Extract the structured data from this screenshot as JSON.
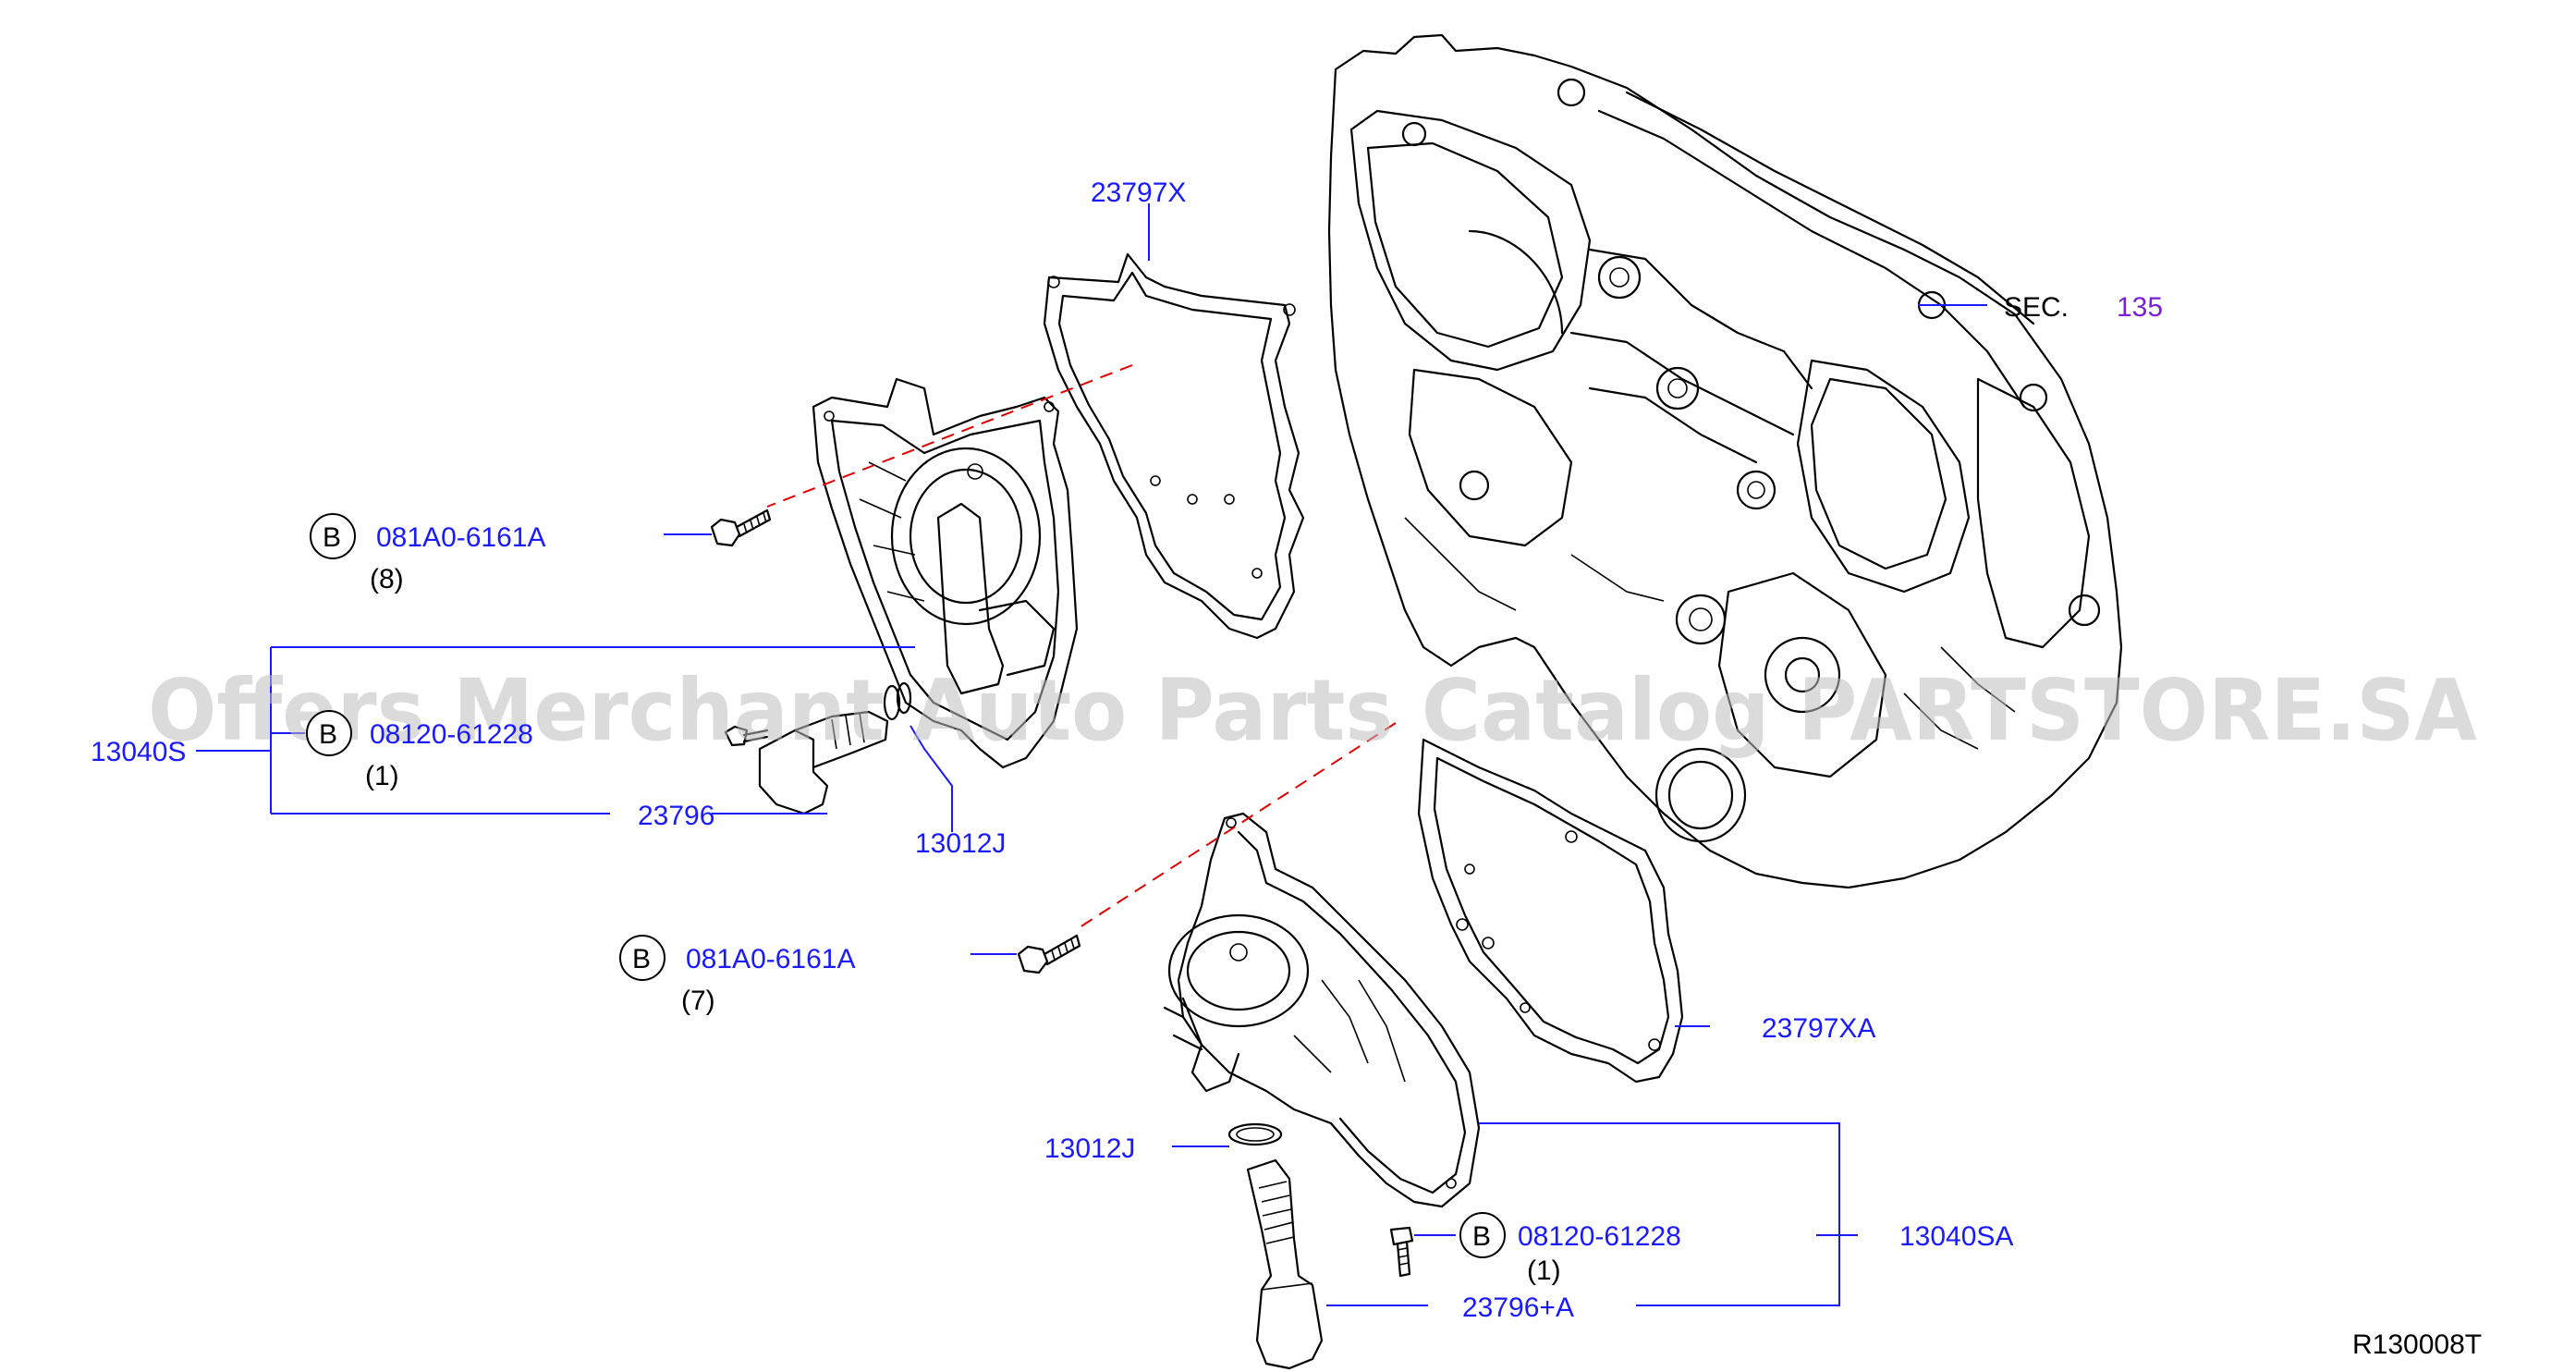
{
  "labels": {
    "gasket_upper": "23797X",
    "sec_prefix": "SEC.",
    "sec_number": "135",
    "bolt_upper_marker": "B",
    "bolt_upper_part": "081A0-6161A",
    "bolt_upper_qty": "(8)",
    "assembly_upper": "13040S",
    "bolt_small_upper_marker": "B",
    "bolt_small_upper_part": "08120-61228",
    "bolt_small_upper_qty": "(1)",
    "sensor_upper": "23796",
    "oring_upper": "13012J",
    "bolt_lower_marker": "B",
    "bolt_lower_part": "081A0-6161A",
    "bolt_lower_qty": "(7)",
    "gasket_lower": "23797XA",
    "oring_lower": "13012J",
    "bolt_small_lower_marker": "B",
    "bolt_small_lower_part": "08120-61228",
    "bolt_small_lower_qty": "(1)",
    "assembly_lower": "13040SA",
    "sensor_lower": "23796+A",
    "diagram_code": "R130008T"
  },
  "watermark": "Offers Merchant Auto Parts Catalog PARTSTORE.SA",
  "colors": {
    "part_number": "#1a1aff",
    "section_ref": "#7a1fd6",
    "leader_line": "#1a1aff",
    "alignment_line": "#e00000",
    "linework": "#000000",
    "watermark": "#bdbdbd"
  }
}
